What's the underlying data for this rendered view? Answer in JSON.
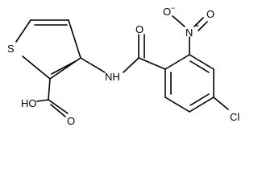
{
  "molecule": {
    "atoms": {
      "sulfur": "S",
      "amide_nitrogen": "NH",
      "amide_oxygen": "O",
      "nitro_nitrogen": "N",
      "nitro_nitrogen_charge": "+",
      "nitro_oxygen_left": "O",
      "nitro_oxygen_left_charge": "−",
      "nitro_oxygen_right": "O",
      "carboxyl_hydroxyl": "HO",
      "carboxyl_oxygen": "O",
      "chlorine": "Cl"
    }
  }
}
